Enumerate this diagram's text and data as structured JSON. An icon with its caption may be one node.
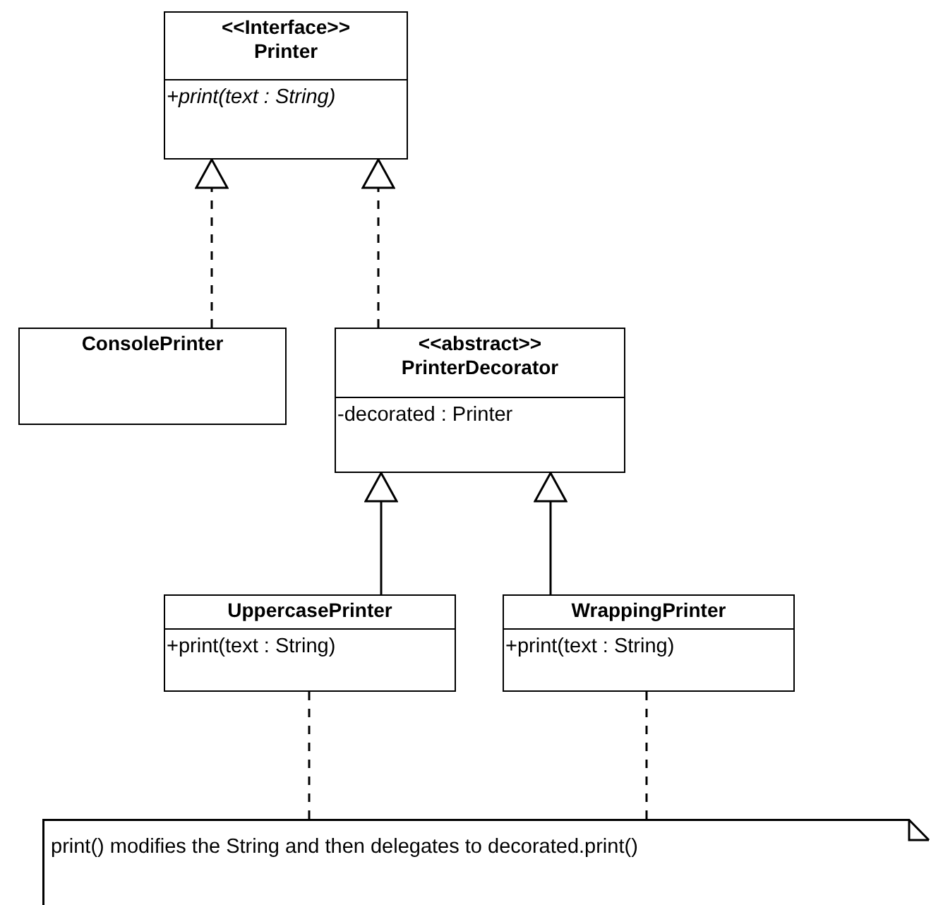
{
  "diagram": {
    "nodes": [
      {
        "text": [
          "<<Interface>>",
          "Printer",
          "+print(text : String)"
        ]
      },
      {
        "text": [
          "ConsolePrinter"
        ]
      },
      {
        "text": [
          "<<abstract>>",
          "PrinterDecorator",
          "-decorated : Printer"
        ]
      },
      {
        "text": [
          "UppercasePrinter",
          "+print(text : String)"
        ]
      },
      {
        "text": [
          "WrappingPrinter",
          "+print(text : String)"
        ]
      },
      {
        "text": [
          "print() modifies the String and then delegates to decorated.print()"
        ]
      }
    ],
    "edges": [
      {
        "from": 1,
        "to": 0,
        "arrow": "to",
        "style": "dashed"
      },
      {
        "from": 2,
        "to": 0,
        "arrow": "to",
        "style": "dashed"
      },
      {
        "from": 3,
        "to": 2,
        "arrow": "to"
      },
      {
        "from": 4,
        "to": 2,
        "arrow": "to"
      },
      {
        "from": 3,
        "to": 5,
        "arrow": "none",
        "style": "dashed"
      },
      {
        "from": 4,
        "to": 5,
        "arrow": "none",
        "style": "dashed"
      }
    ]
  }
}
